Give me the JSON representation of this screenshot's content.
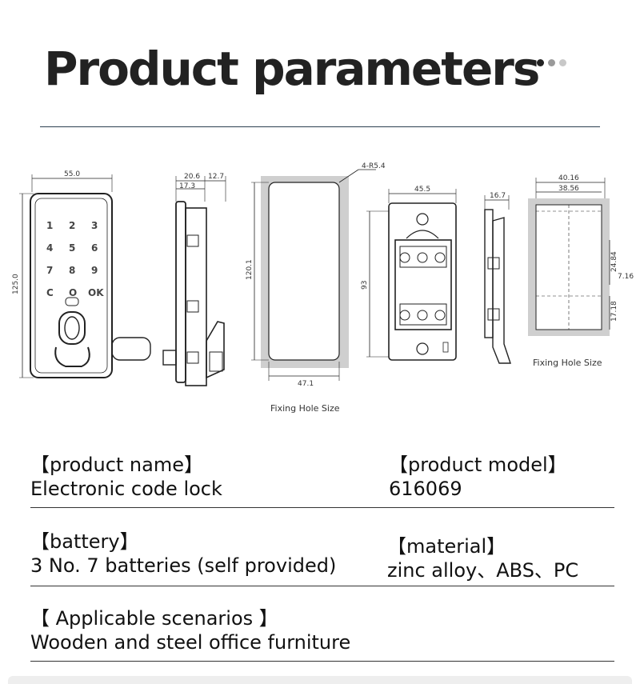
{
  "page": {
    "title": "Product parameters",
    "dot_colors": [
      "#222222",
      "#9a9a9a",
      "#c8c8c8"
    ]
  },
  "diagram": {
    "dims": {
      "width_55": "55.0",
      "height_125": "125.0",
      "depth_206": "20.6",
      "depth_127": "12.7",
      "depth_173": "17.3",
      "radius": "4-R5.4",
      "hole_h": "120.1",
      "hole_w": "47.1",
      "plate_w": "45.5",
      "plate_h": "93",
      "plate_d": "16.7",
      "w_4016": "40.16",
      "w_3856": "38.56",
      "h_2484": "24.84",
      "h_716": "7.16",
      "h_1718": "17.18"
    },
    "keypad": [
      "1",
      "2",
      "3",
      "4",
      "5",
      "6",
      "7",
      "8",
      "9",
      "C",
      "O",
      "OK"
    ],
    "caption_center": "Fixing Hole Size",
    "caption_right": "Fixing Hole Size"
  },
  "params": {
    "product_name": {
      "label": "【product name】",
      "value": "Electronic code lock"
    },
    "product_model": {
      "label": "【product model】",
      "value": "616069"
    },
    "battery": {
      "label": "【battery】",
      "value": "3 No. 7 batteries (self provided)"
    },
    "material": {
      "label": "【material】",
      "value": "zinc alloy、ABS、PC"
    },
    "scenarios": {
      "label": "【 Applicable scenarios 】",
      "value": "Wooden and steel office furniture"
    }
  }
}
